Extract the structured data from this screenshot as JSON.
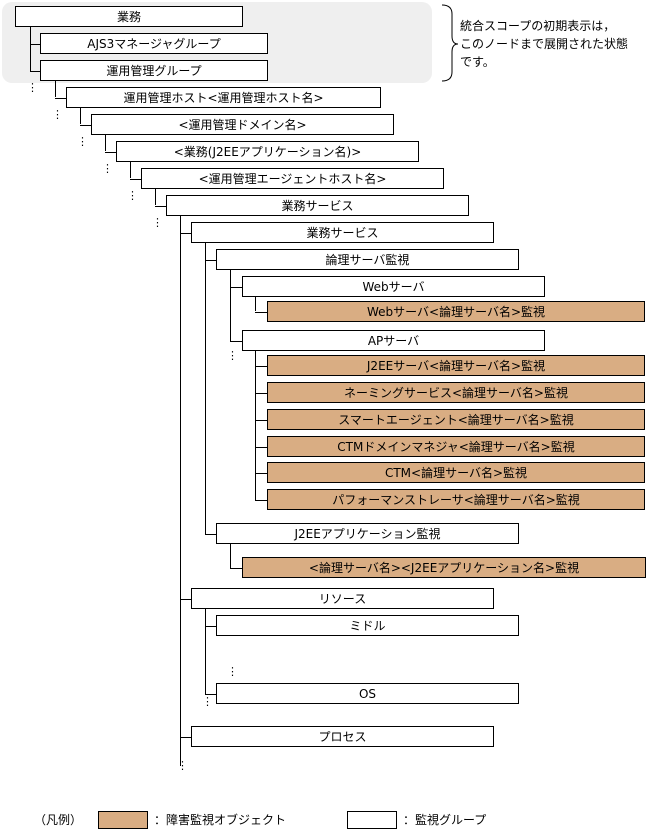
{
  "nodes": [
    {
      "label": "業務",
      "fault": false
    },
    {
      "label": "AJS3マネージャグループ",
      "fault": false
    },
    {
      "label": "運用管理グループ",
      "fault": false
    },
    {
      "label": "運用管理ホスト<運用管理ホスト名>",
      "fault": false
    },
    {
      "label": "<運用管理ドメイン名>",
      "fault": false
    },
    {
      "label": "<業務(J2EEアプリケーション名)>",
      "fault": false
    },
    {
      "label": "<運用管理エージェントホスト名>",
      "fault": false
    },
    {
      "label": "業務サービス",
      "fault": false
    },
    {
      "label": "業務サービス",
      "fault": false
    },
    {
      "label": "論理サーバ監視",
      "fault": false
    },
    {
      "label": "Webサーバ",
      "fault": false
    },
    {
      "label": "Webサーバ<論理サーバ名>監視",
      "fault": true
    },
    {
      "label": "APサーバ",
      "fault": false
    },
    {
      "label": "J2EEサーバ<論理サーバ名>監視",
      "fault": true
    },
    {
      "label": "ネーミングサービス<論理サーバ名>監視",
      "fault": true
    },
    {
      "label": "スマートエージェント<論理サーバ名>監視",
      "fault": true
    },
    {
      "label": "CTMドメインマネジャ<論理サーバ名>監視",
      "fault": true
    },
    {
      "label": "CTM<論理サーバ名>監視",
      "fault": true
    },
    {
      "label": "パフォーマンストレーサ<論理サーバ名>監視",
      "fault": true
    },
    {
      "label": "J2EEアプリケーション監視",
      "fault": false
    },
    {
      "label": "<論理サーバ名><J2EEアプリケーション名>監視",
      "fault": true
    },
    {
      "label": "リソース",
      "fault": false
    },
    {
      "label": "ミドル",
      "fault": false
    },
    {
      "label": "OS",
      "fault": false
    },
    {
      "label": "プロセス",
      "fault": false
    }
  ],
  "note": {
    "lines": [
      "統合スコープの初期表示は，",
      "このノードまで展開された状態",
      "です。"
    ]
  },
  "legend": {
    "title": "（凡例）",
    "fault_label": "：障害監視オブジェクト",
    "group_label": "：監視グループ"
  },
  "colors": {
    "fault_fill": "#d9ad83",
    "group_fill": "#ffffff",
    "highlight": "#efefef"
  }
}
